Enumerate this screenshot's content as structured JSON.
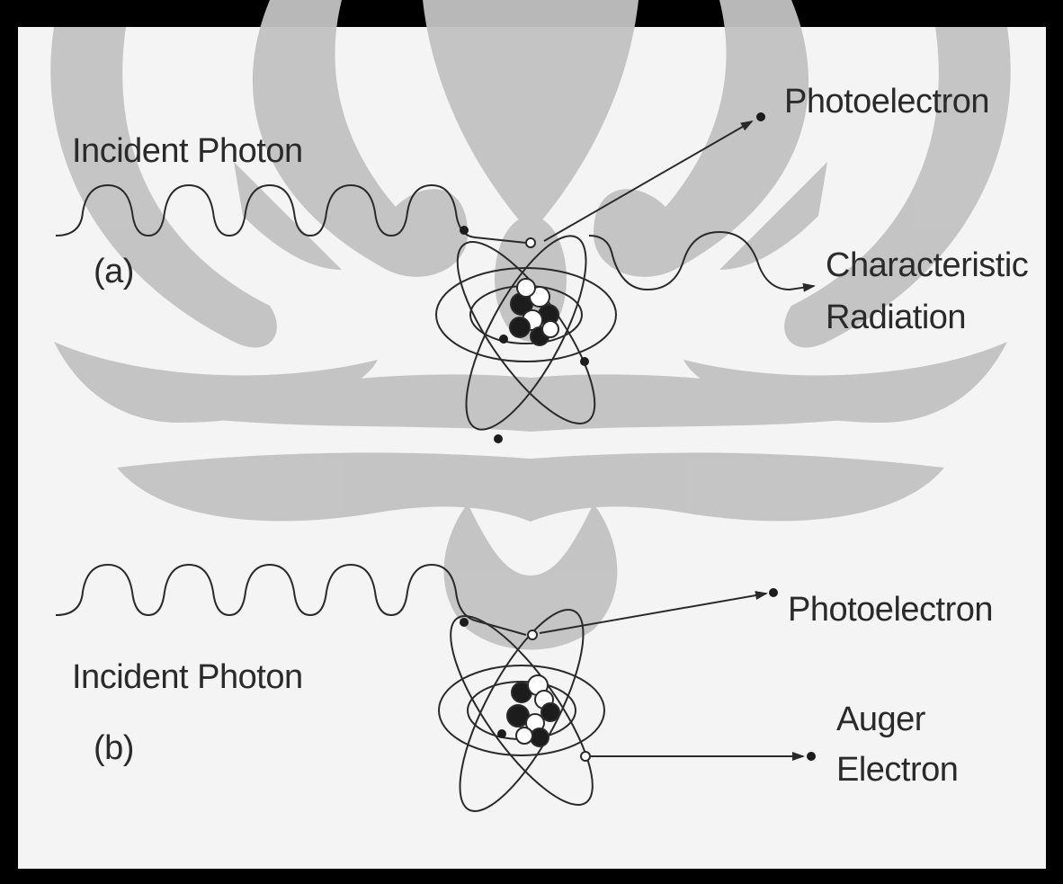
{
  "colors": {
    "frame": "#000000",
    "background": "#f4f4f4",
    "watermark": "#c2c2c2",
    "ink": "#2a2a2a"
  },
  "panel_a": {
    "tag": "(a)",
    "incident_label": "Incident Photon",
    "photoelectron_label": "Photoelectron",
    "characteristic_line1": "Characteristic",
    "characteristic_line2": "Radiation"
  },
  "panel_b": {
    "tag": "(b)",
    "incident_label": "Incident Photon",
    "photoelectron_label": "Photoelectron",
    "auger_line1": "Auger",
    "auger_line2": "Electron"
  },
  "icons": {
    "watermark": "university-emblem-watermark",
    "atom": "atom-icon"
  }
}
